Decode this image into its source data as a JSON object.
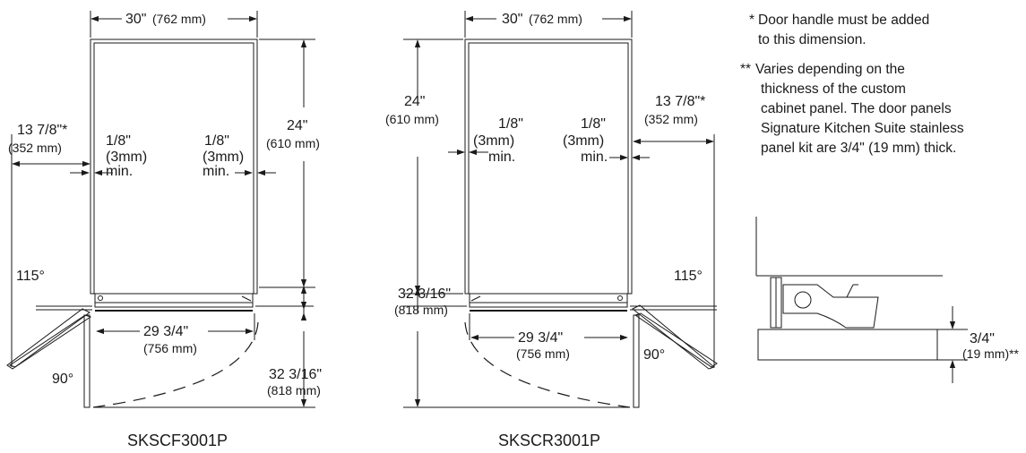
{
  "left": {
    "width_in": "30\"",
    "width_mm": "(762 mm)",
    "depth_in": "24\"",
    "depth_mm": "(610 mm)",
    "side_in": "13 7/8\"*",
    "side_mm": "(352 mm)",
    "gap_l_in": "1/8\"",
    "gap_l_mm": "(3mm)",
    "gap_l_min": "min.",
    "gap_r_in": "1/8\"",
    "gap_r_mm": "(3mm)",
    "gap_r_min": "min.",
    "door_in": "29 3/4\"",
    "door_mm": "(756 mm)",
    "swing_in": "32 3/16\"",
    "swing_mm": "(818 mm)",
    "angle_115": "115°",
    "angle_90": "90°",
    "model": "SKSCF3001P"
  },
  "right": {
    "width_in": "30\"",
    "width_mm": "(762 mm)",
    "depth_in": "24\"",
    "depth_mm": "(610 mm)",
    "side_in": "13 7/8\"*",
    "side_mm": "(352 mm)",
    "gap_l_in": "1/8\"",
    "gap_l_mm": "(3mm)",
    "gap_l_min": "min.",
    "gap_r_in": "1/8\"",
    "gap_r_mm": "(3mm)",
    "gap_r_min": "min.",
    "door_in": "29 3/4\"",
    "door_mm": "(756 mm)",
    "swing_in": "32 3/16\"",
    "swing_mm": "(818 mm)",
    "angle_115": "115°",
    "angle_90": "90°",
    "model": "SKSCR3001P"
  },
  "notes": {
    "n1_mark": "*",
    "n1_line1": "Door handle must be added",
    "n1_line2": "to this dimension.",
    "n2_mark": "**",
    "n2_line1": "Varies depending on the",
    "n2_line2": "thickness of the custom",
    "n2_line3": "cabinet panel. The door panels",
    "n2_line4": "Signature Kitchen Suite stainless",
    "n2_line5": "panel kit are 3/4\" (19 mm) thick."
  },
  "detail": {
    "thick_in": "3/4\"",
    "thick_mm": "(19 mm)**"
  }
}
